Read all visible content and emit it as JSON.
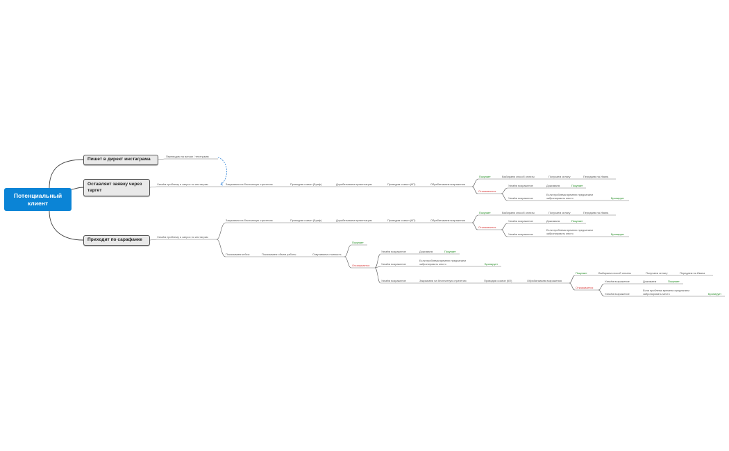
{
  "root": {
    "label": "Потенциальный клиент"
  },
  "topics": [
    {
      "id": "t1",
      "label": "Пишет в директ инстаграма"
    },
    {
      "id": "t2",
      "label": "Оставляет заявку через таргет"
    },
    {
      "id": "t3",
      "label": "Приходит по сарафанке"
    }
  ],
  "nodes": {
    "n_perevodim": "Переводим на ватсап / телеграмм",
    "n_uznaem_t2": "Узнаём проблему и запрос по инстаграм",
    "a1": "Закрываем на  бесплатную стратегию",
    "a2": "Проводим созвон (Бриф)",
    "a3": "Дорабатываем презентацию",
    "a4": "Проводим созвон (КП)",
    "a5": "Обрабатываем возражения",
    "a_buy": "Покупает",
    "a_b1": "Выбираем способ оплаты",
    "a_b2": "Получаем оплату",
    "a_b3": "Передаем на Ивана",
    "a_ref": "Отказывается",
    "a_r1": "Узнаём возражение",
    "a_r1a": "Дожимаем",
    "a_r1b": "Покупает",
    "a_r2": "Узнаём возражение",
    "a_r2a": "Если проблема времени предлагаем забронировать место",
    "a_r2b": "Бронирует",
    "n_uznaem_t3": "Узнаём проблему и запрос по инстаграм",
    "b1": "Закрываем на  бесплатную стратегию",
    "b2": "Проводим созвон (Бриф)",
    "b3": "Дорабатываем  презентацию",
    "b4": "Проводим созвон (КП)",
    "b5": "Обрабатываем возражения",
    "b_buy": "Покупает",
    "b_b1": "Выбираем способ оплаты",
    "b_b2": "Получаем оплату",
    "b_b3": "Передаем на Ивана",
    "b_ref": "Отказывается",
    "b_r1": "Узнаём возражение",
    "b_r1a": "Дожимаем",
    "b_r1b": "Покупает",
    "b_r2": "Узнаём возражение",
    "b_r2a": "Если проблема времени предлагаем забронировать место",
    "b_r2b": "Бронирует",
    "c1": "Показываем кейсы",
    "c2": "Показываем  объем работы",
    "c3": "Озвучиваем стоимость",
    "c_buy": "Покупает",
    "c_ref": "Отказывается",
    "c_r1": "Узнаём возражение",
    "c_r1a": "Дожимаем",
    "c_r1b": "Покупает",
    "c_r2": "Узнаём возражение",
    "c_r2a": "Если проблема времени предлагаем забронировать место",
    "c_r2b": "Бронирует",
    "c_r3": "Узнаём возражение",
    "d1": "Закрываем на  бесплатную стратегию",
    "d2": "Проводим созвон (КП)",
    "d3": "Обрабатываем возражения",
    "d_buy": "Покупает",
    "d_b1": "Выбираем способ оплаты",
    "d_b2": "Получаем оплату",
    "d_b3": "Передаем на Ивана",
    "d_ref": "Отказывается",
    "d_r1": "Узнаём возражение",
    "d_r1a": "Дожимаем",
    "d_r1b": "Покупает",
    "d_r2": "Узнаём возражение",
    "d_r2a": "Если проблема времени предлагаем забронировать место",
    "d_r2b": "Бронирует"
  },
  "colors": {
    "root": "#0b84d6",
    "buy": "#1e8a1e",
    "refuse": "#d83a3a",
    "connector": "#2a7fd6"
  }
}
